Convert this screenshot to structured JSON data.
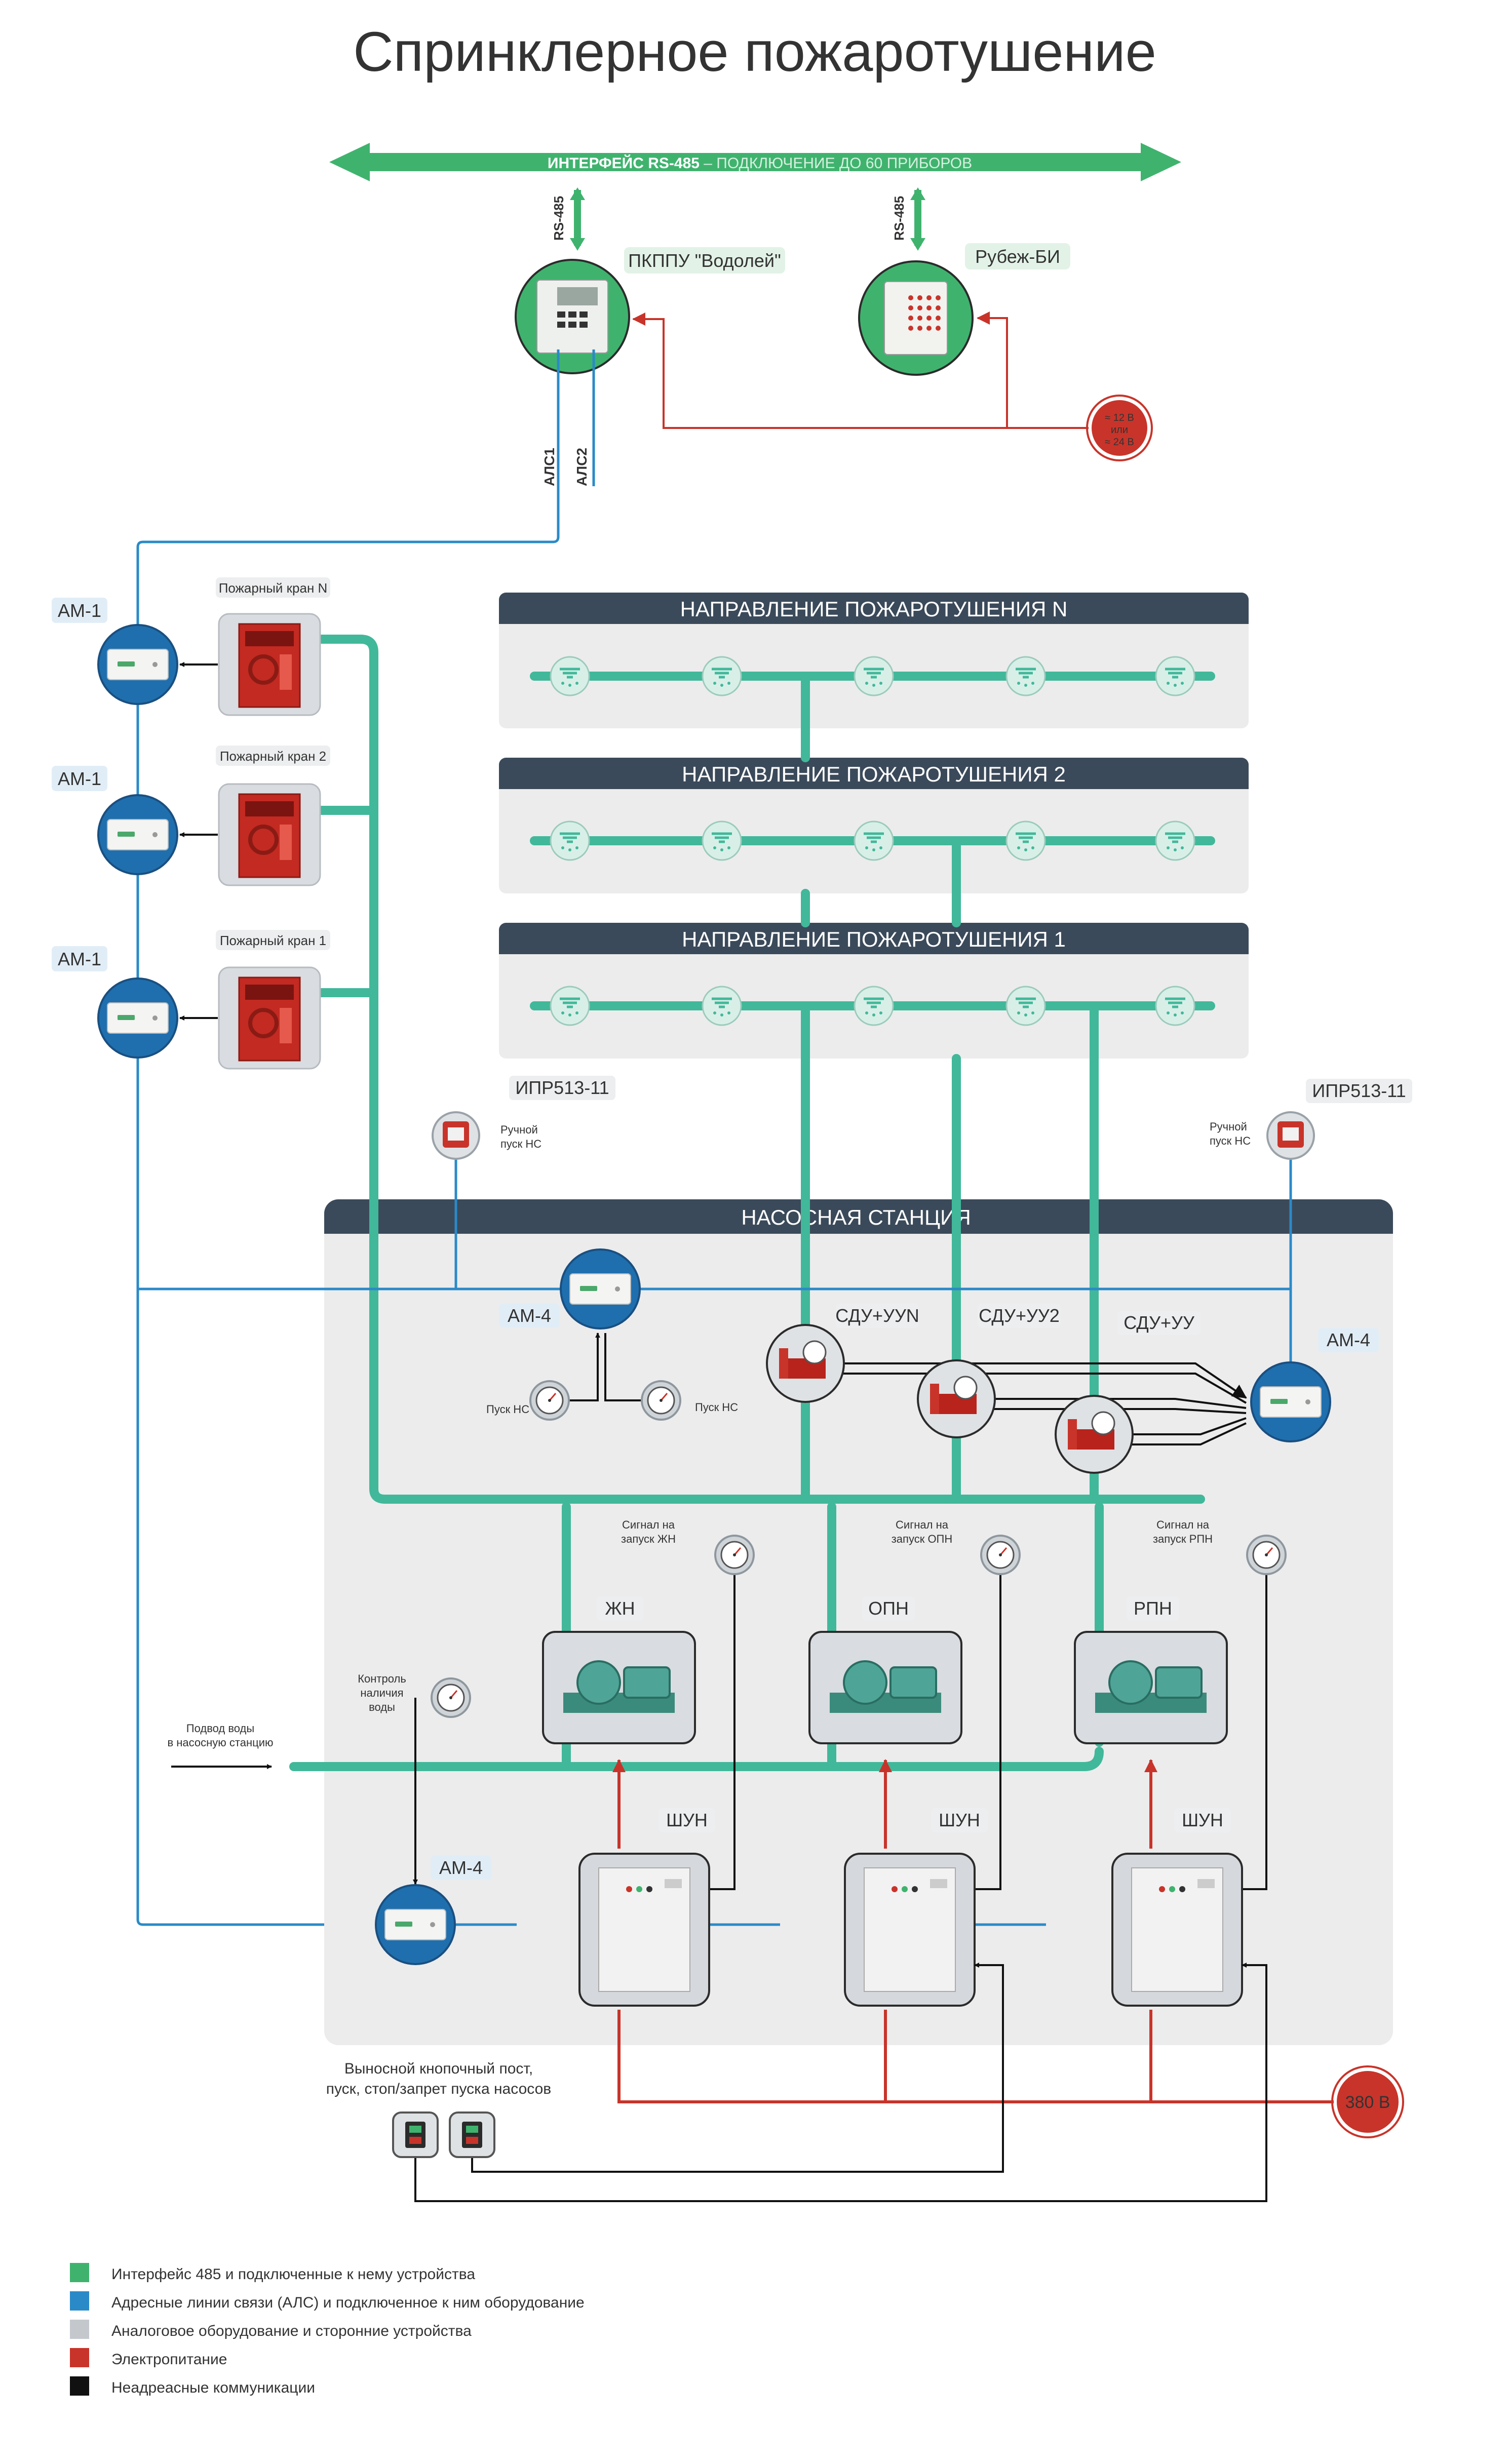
{
  "title": "Спринклерное пожаротушение",
  "bus": {
    "main": "ИНТЕРФЕЙС RS-485",
    "sub": " – ПОДКЛЮЧЕНИЕ ДО 60 ПРИБОРОВ"
  },
  "rs485_left": "RS-485",
  "rs485_right": "RS-485",
  "pkppu_label": "ПКППУ \"Водолей\"",
  "rubezh_label": "Рубеж-БИ",
  "power_small": {
    "line1": "≈ 12 В",
    "line2": "или",
    "line3": "≈ 24 В"
  },
  "als1": "АЛС1",
  "als2": "АЛС2",
  "am1": [
    "АМ-1",
    "АМ-1",
    "АМ-1"
  ],
  "hydrants": [
    "Пожарный кран N",
    "Пожарный кран 2",
    "Пожарный кран 1"
  ],
  "directions": [
    "НАПРАВЛЕНИЕ ПОЖАРОТУШЕНИЯ N",
    "НАПРАВЛЕНИЕ ПОЖАРОТУШЕНИЯ 2",
    "НАПРАВЛЕНИЕ ПОЖАРОТУШЕНИЯ 1"
  ],
  "ipr_left": "ИПР513-11",
  "ipr_right": "ИПР513-11",
  "manual_start": {
    "line1": "Ручной",
    "line2": "пуск НС"
  },
  "pump_station": "НАСОСНАЯ СТАНЦИЯ",
  "am4_top": "АМ-4",
  "am4_right": "АМ-4",
  "am4_bottom": "АМ-4",
  "start_ns": "Пуск НС",
  "valves": [
    "СДУ+УУN",
    "СДУ+УУ2",
    "СДУ+УУ"
  ],
  "signals": [
    {
      "line1": "Сигнал на",
      "line2": "запуск ЖН"
    },
    {
      "line1": "Сигнал на",
      "line2": "запуск ОПН"
    },
    {
      "line1": "Сигнал на",
      "line2": "запуск РПН"
    }
  ],
  "pumps": [
    "ЖН",
    "ОПН",
    "РПН"
  ],
  "water_control": {
    "line1": "Контроль",
    "line2": "наличия",
    "line3": "воды"
  },
  "water_supply": {
    "line1": "Подвод воды",
    "line2": "в насосную станцию"
  },
  "shun": [
    "ШУН",
    "ШУН",
    "ШУН"
  ],
  "power_380": "380 В",
  "remote_post": {
    "line1": "Выносной кнопочный пост,",
    "line2": "пуск, стоп/запрет пуска насосов"
  },
  "legend": [
    {
      "color": "#3fb36e",
      "text": "Интерфейс 485 и подключенные к нему устройства"
    },
    {
      "color": "#2a8ac8",
      "text": "Адресные линии связи (АЛС) и подключенное к ним оборудование"
    },
    {
      "color": "#c4c8cc",
      "text": "Аналоговое оборудование и сторонние устройства"
    },
    {
      "color": "#c8342a",
      "text": "Электропитание"
    },
    {
      "color": "#111111",
      "text": "Неадреасные коммуникации"
    }
  ],
  "colors": {
    "green": "#3fb36e",
    "teal": "#41b89a",
    "blue": "#2a8ac8",
    "red": "#c8342a",
    "dark": "#3b4a5a",
    "panel": "#ececed"
  }
}
